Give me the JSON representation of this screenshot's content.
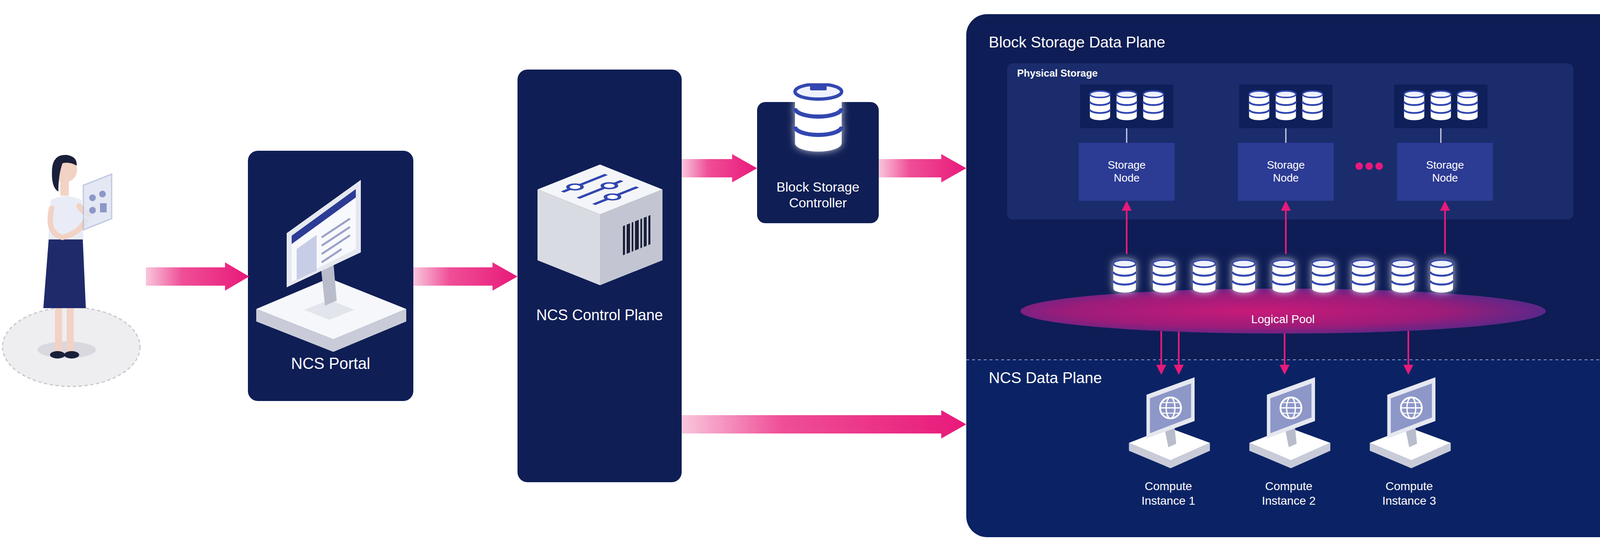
{
  "diagram": {
    "nodes": [
      {
        "text": [
          "NCS Portal"
        ]
      },
      {
        "text": [
          "NCS Control Plane"
        ]
      },
      {
        "text": [
          "Block Storage Controller"
        ]
      },
      {
        "text": [
          "Block Storage Data Plane"
        ]
      },
      {
        "text": [
          "Physical Storage"
        ],
        "in": 3
      },
      {
        "text": [
          "Storage Node"
        ],
        "in": 4
      },
      {
        "text": [
          "Storage Node"
        ],
        "in": 4
      },
      {
        "text": [
          "Storage Node"
        ],
        "in": 4
      },
      {
        "text": [
          "Logical Pool"
        ],
        "in": 3
      },
      {
        "text": [
          "NCS Data Plane"
        ]
      },
      {
        "text": [
          "Compute Instance 1"
        ],
        "in": 9
      },
      {
        "text": [
          "Compute Instance 2"
        ],
        "in": 9
      },
      {
        "text": [
          "Compute Instance 3"
        ],
        "in": 9
      }
    ],
    "edges": [
      {
        "from": 0,
        "to": 1,
        "arrow": "to"
      },
      {
        "from": 1,
        "to": 2,
        "arrow": "to"
      },
      {
        "from": 2,
        "to": 3,
        "arrow": "to"
      },
      {
        "from": 1,
        "to": 9,
        "arrow": "to"
      },
      {
        "from": 8,
        "to": 5,
        "arrow": "to"
      },
      {
        "from": 8,
        "to": 6,
        "arrow": "to"
      },
      {
        "from": 8,
        "to": 7,
        "arrow": "to"
      },
      {
        "from": 8,
        "to": 10,
        "arrow": "to"
      },
      {
        "from": 8,
        "to": 10,
        "arrow": "to"
      },
      {
        "from": 8,
        "to": 11,
        "arrow": "to"
      },
      {
        "from": 8,
        "to": 12,
        "arrow": "to"
      }
    ]
  }
}
